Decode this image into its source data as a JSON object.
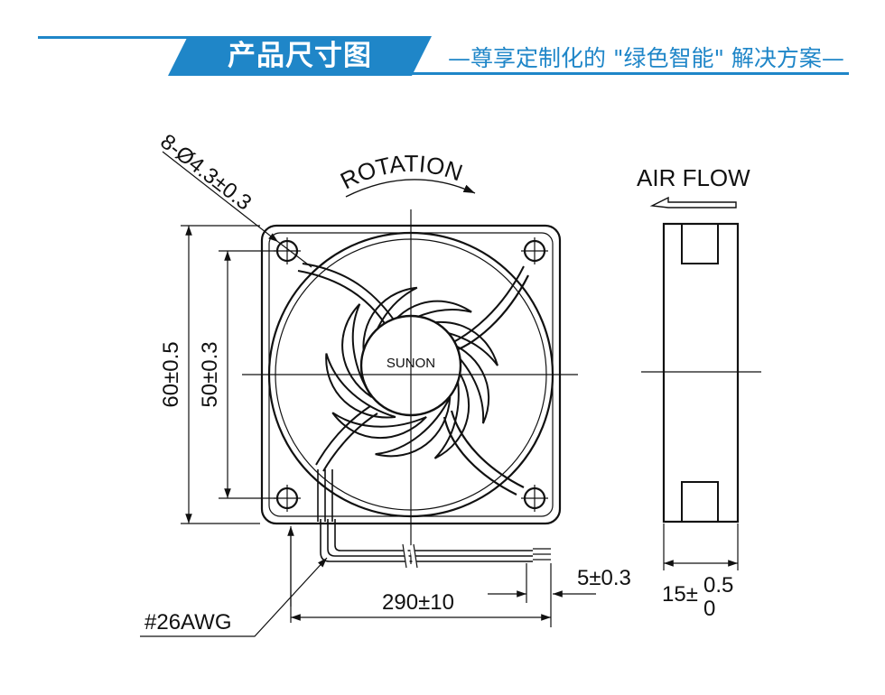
{
  "header": {
    "title": "产品尺寸图",
    "subtitle": "—尊享定制化的 \"绿色智能\" 解决方案—",
    "accent_color": "#1f86c8"
  },
  "drawing": {
    "hole_spec": "8-Ø4.3±0.3",
    "rotation_label": "ROTATION",
    "airflow_label": "AIR FLOW",
    "hub_label": "SUNON",
    "outer_height": "60±0.5",
    "hole_spacing": "50±0.3",
    "lead_length": "290±10",
    "lead_strip": "5±0.3",
    "thickness_base": "15±",
    "thickness_upper": "0.5",
    "thickness_lower": "0",
    "wire_gauge": "#26AWG"
  }
}
